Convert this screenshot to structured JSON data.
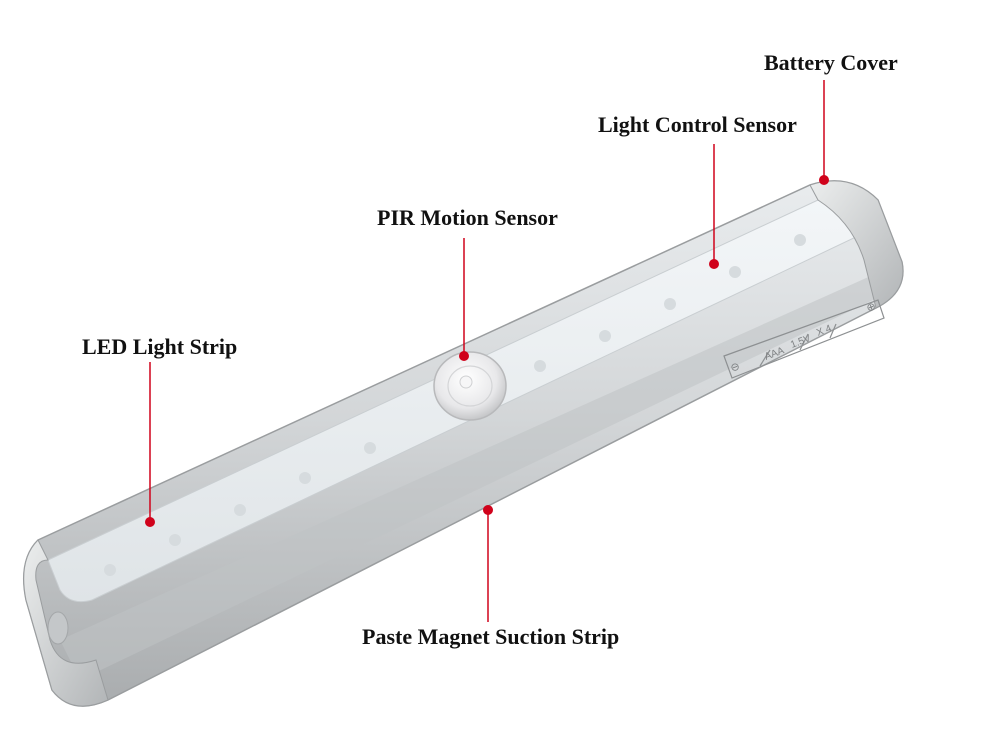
{
  "labels": {
    "battery_cover": "Battery Cover",
    "light_control_sensor": "Light Control Sensor",
    "pir_motion_sensor": "PIR Motion Sensor",
    "led_light_strip": "LED Light Strip",
    "paste_magnet_suction_strip": "Paste Magnet Suction Strip"
  },
  "product_markings": {
    "minus": "⊖",
    "plus": "⊕",
    "battery_type": "AAA",
    "voltage": "1.5V",
    "count": "X 4"
  },
  "colors": {
    "background": "#ffffff",
    "callout": "#d0021b",
    "label_text": "#111111",
    "housing": "#c9cccd",
    "diffuser": "#e6ebee"
  },
  "icons": {
    "pir_sensor": "pir-lens-icon",
    "callout_dot": "red-dot-icon"
  }
}
